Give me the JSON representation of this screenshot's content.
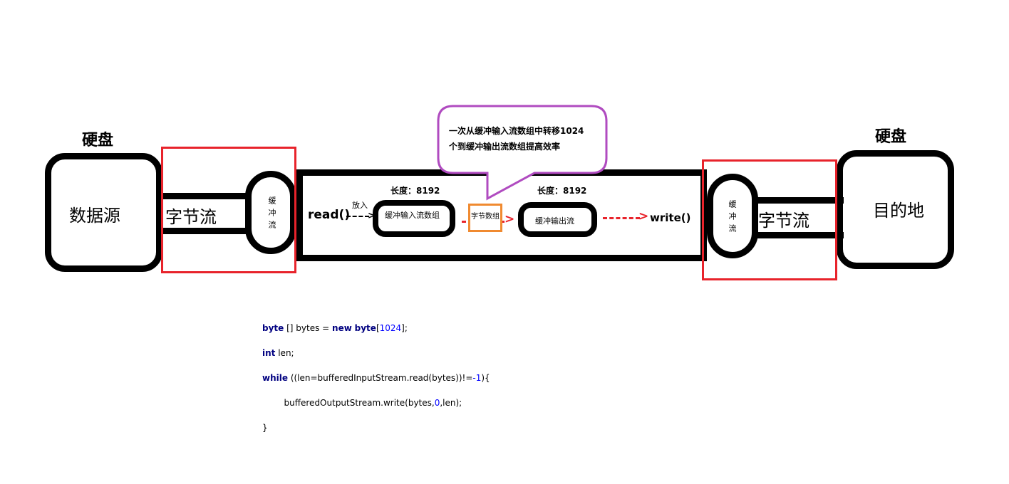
{
  "left": {
    "disk_title": "硬盘",
    "source_label": "数据源",
    "byte_stream_label": "字节流",
    "buffer_stream_label": "缓冲流"
  },
  "right": {
    "disk_title": "硬盘",
    "dest_label": "目的地",
    "byte_stream_label": "字节流",
    "buffer_stream_label": "缓冲流"
  },
  "middle": {
    "read_label": "read()",
    "put_in_label": "放入",
    "write_label": "write()",
    "input_length_label": "长度：8192",
    "output_length_label": "长度：8192",
    "input_array_label": "缓冲输入流数组",
    "output_array_label": "缓冲输出流",
    "byte_array_label": "字节数组"
  },
  "callout": {
    "line1": "一次从缓冲输入流数组中转移1024",
    "line2": "个到缓冲输出流数组提高效率"
  },
  "code": {
    "line1": [
      "byte",
      " [] bytes = ",
      "new",
      " ",
      "byte",
      "[",
      "1024",
      "];"
    ],
    "line2": [
      "int",
      " len;"
    ],
    "line3": [
      "while",
      " ((len=bufferedInputStream.read(bytes))!=",
      "-1",
      "){"
    ],
    "line4": [
      "        bufferedOutputStream.write(bytes,",
      "0",
      ",len);"
    ],
    "line5": "}"
  },
  "colors": {
    "outline": "#000000",
    "red_frame": "#e8232b",
    "orange_frame": "#f08a30",
    "purple_callout": "#b04bc0",
    "red_arrow": "#e8232b",
    "keyword": "#000080",
    "number": "#0000ff"
  }
}
